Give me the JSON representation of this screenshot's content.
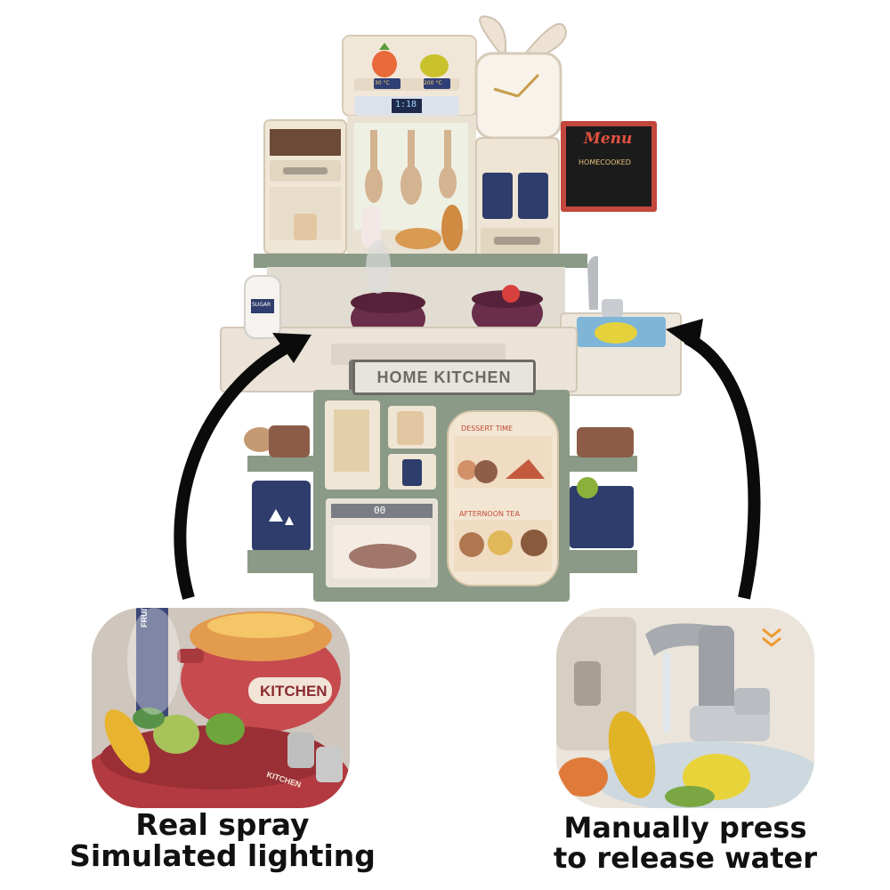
{
  "kitchen": {
    "sign_label": "HOME KITCHEN",
    "menu_title": "Menu",
    "menu_subtitle": "HOMECOOKED",
    "oven_display": "00",
    "upper_display": "1:18",
    "badge_left": "30 °C",
    "badge_right": "200 °C",
    "shelf_top_label": "DESSERT TIME",
    "shelf_bottom_label": "AFTERNOON TEA",
    "jar_label": "SUGAR"
  },
  "insets": {
    "left_pot_label": "KITCHEN",
    "left_pan_label": "KITCHEN",
    "left_box_label": "FRUIT"
  },
  "captions": {
    "left_line1": "Real spray",
    "left_line2": "Simulated lighting",
    "right_line1": "Manually press",
    "right_line2": "to release water"
  },
  "colors": {
    "sage": "#8a9a86",
    "cream": "#efe3d2",
    "plum": "#6a2e4a",
    "navy": "#2e3d6b",
    "arrow": "#0b0b0b"
  }
}
